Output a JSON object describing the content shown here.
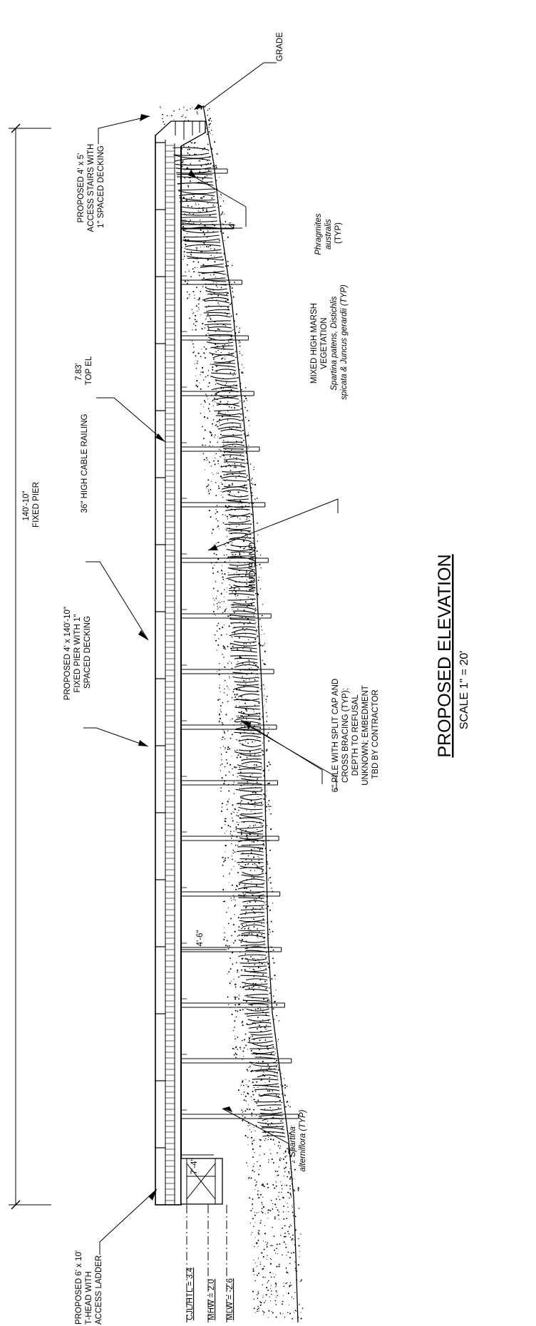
{
  "drawing": {
    "title": "PROPOSED ELEVATION",
    "scale": "SCALE 1\" = 20'"
  },
  "labels": {
    "grade": "GRADE",
    "stairs": [
      "PROPOSED 4' x 5'",
      "ACCESS STAIRS WITH",
      "1\" SPACED DECKING"
    ],
    "phragmites": [
      "Phragmites",
      "australis",
      "(TYP)"
    ],
    "top_el": [
      "7.83'",
      "TOP EL"
    ],
    "railing": "36\" HIGH CABLE RAILING",
    "fixed_pier": [
      "PROPOSED 4' x 140'-10\"",
      "FIXED PIER WITH 1\"",
      "SPACED DECKING"
    ],
    "high_marsh": [
      "MIXED HIGH MARSH",
      "VEGETATION",
      "Spartina patens, Distichlis",
      "spicata & Juncus gerardii (TYP)"
    ],
    "mud_sand": "MUD/SAND",
    "pile": [
      "6\" PILE WITH SPLIT CAP AND",
      "CROSS BRACING (TYP);",
      "DEPTH TO REFUSAL",
      "UNKNOWN; EMBEDMENT",
      "TBD BY CONTRACTOR"
    ],
    "spartina": [
      "Spartina",
      "alterniflora (TYP)"
    ],
    "t_head": [
      "PROPOSED 6' x 10'",
      "T-HEAD WITH",
      "ACCESS LADDER"
    ]
  },
  "dimensions": {
    "overall": [
      "140'-10\"",
      "FIXED PIER"
    ],
    "grade_clear": "4'",
    "marsh_clear": "4'-6\"",
    "water_clear": "7'-4\""
  },
  "water_levels": [
    "CJL/HTL = 3.4",
    "MHW = 2.0",
    "MLW = -2.6"
  ]
}
